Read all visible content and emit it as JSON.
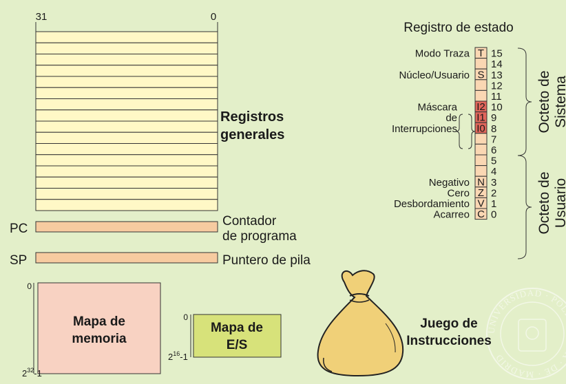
{
  "gen_registers": {
    "bit_high": "31",
    "bit_low": "0",
    "label_line1": "Registros",
    "label_line2": "generales"
  },
  "pc": {
    "name": "PC",
    "label_line1": "Contador",
    "label_line2": "de programa"
  },
  "sp": {
    "name": "SP",
    "label": "Puntero de pila"
  },
  "status_register": {
    "title": "Registro de estado",
    "bits": [
      {
        "num": "15",
        "flag": "T",
        "label": "Modo Traza"
      },
      {
        "num": "14",
        "flag": "",
        "label": ""
      },
      {
        "num": "13",
        "flag": "S",
        "label": "Núcleo/Usuario"
      },
      {
        "num": "12",
        "flag": "",
        "label": ""
      },
      {
        "num": "11",
        "flag": "",
        "label": ""
      },
      {
        "num": "10",
        "flag": "I2",
        "label": "Máscara"
      },
      {
        "num": "9",
        "flag": "I1",
        "label": "de"
      },
      {
        "num": "8",
        "flag": "I0",
        "label": "Interrupciones"
      },
      {
        "num": "7",
        "flag": "",
        "label": ""
      },
      {
        "num": "6",
        "flag": "",
        "label": ""
      },
      {
        "num": "5",
        "flag": "",
        "label": ""
      },
      {
        "num": "4",
        "flag": "",
        "label": ""
      },
      {
        "num": "3",
        "flag": "N",
        "label": "Negativo"
      },
      {
        "num": "2",
        "flag": "Z",
        "label": "Cero"
      },
      {
        "num": "1",
        "flag": "V",
        "label": "Desbordamiento"
      },
      {
        "num": "0",
        "flag": "C",
        "label": "Acarreo"
      }
    ],
    "system_octet_line1": "Octeto de",
    "system_octet_line2": "Sistema",
    "user_octet_line1": "Octeto de",
    "user_octet_line2": "Usuario"
  },
  "memory_map": {
    "start": "0",
    "end_base": "2",
    "end_exp": "32",
    "end_suffix": "-1",
    "label_line1": "Mapa de",
    "label_line2": "memoria"
  },
  "io_map": {
    "start": "0",
    "end_base": "2",
    "end_exp": "16",
    "end_suffix": "-1",
    "label_line1": "Mapa de",
    "label_line2": "E/S"
  },
  "instruction_set": {
    "label_line1": "Juego de",
    "label_line2": "Instrucciones"
  },
  "seal": {
    "text": "UNIVERSIDAD · POLITÉCNICA · DE · MADRID"
  },
  "colors": {
    "background": "#e3efc9",
    "register_fill": "#fff8c6",
    "pc_sp_fill": "#f7cba0",
    "status_cell": "#fad7b3",
    "status_flag_red": "#e0665a",
    "memory_fill": "#f8d2c2",
    "io_fill": "#d7e27a",
    "bag_fill": "#f0d078"
  }
}
